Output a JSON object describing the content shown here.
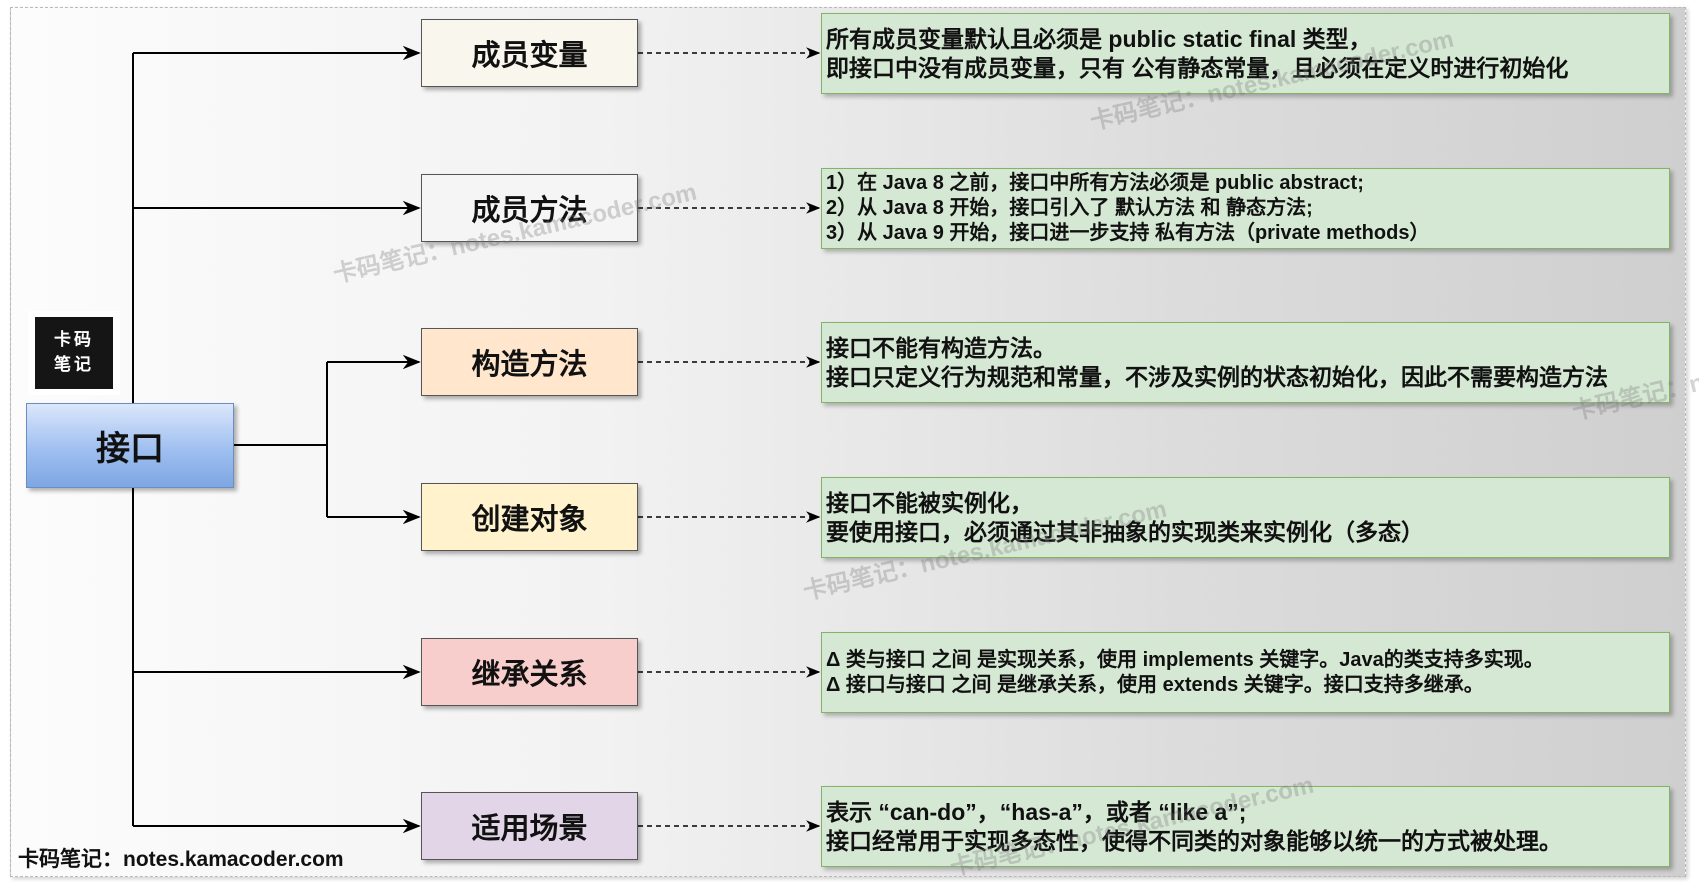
{
  "root": {
    "label": "接口"
  },
  "logo": {
    "line1": "卡码",
    "line2": "笔记"
  },
  "branches": [
    {
      "label": "成员变量",
      "fill": "#f9f7ed",
      "lines": [
        "所有成员变量默认且必须是 public static final 类型，",
        "即接口中没有成员变量，只有 公有静态常量，且必须在定义时进行初始化"
      ]
    },
    {
      "label": "成员方法",
      "fill": "#f5f5f5",
      "lines": [
        "1）在 Java 8 之前，接口中所有方法必须是 public abstract;",
        "2）从 Java 8 开始，接口引入了 默认方法 和 静态方法;",
        "3）从 Java 9 开始，接口进一步支持 私有方法（private methods）"
      ]
    },
    {
      "label": "构造方法",
      "fill": "#ffe6cc",
      "lines": [
        "接口不能有构造方法。",
        "接口只定义行为规范和常量，不涉及实例的状态初始化，因此不需要构造方法"
      ]
    },
    {
      "label": "创建对象",
      "fill": "#fff2cc",
      "lines": [
        "接口不能被实例化，",
        "要使用接口，必须通过其非抽象的实现类来实例化（多态）"
      ]
    },
    {
      "label": "继承关系",
      "fill": "#f8cecc",
      "lines": [
        "Δ 类与接口 之间 是实现关系，使用 implements 关键字。Java的类支持多实现。",
        "Δ 接口与接口 之间 是继承关系，使用 extends 关键字。接口支持多继承。"
      ]
    },
    {
      "label": "适用场景",
      "fill": "#e1d5e7",
      "lines": [
        "表示 “can-do”，“has-a”，或者 “like a”;",
        "接口经常用于实现多态性，使得不同类的对象能够以统一的方式被处理。"
      ]
    }
  ],
  "watermark": "卡码笔记：notes.kamacoder.com",
  "footer": "卡码笔记：notes.kamacoder.com"
}
